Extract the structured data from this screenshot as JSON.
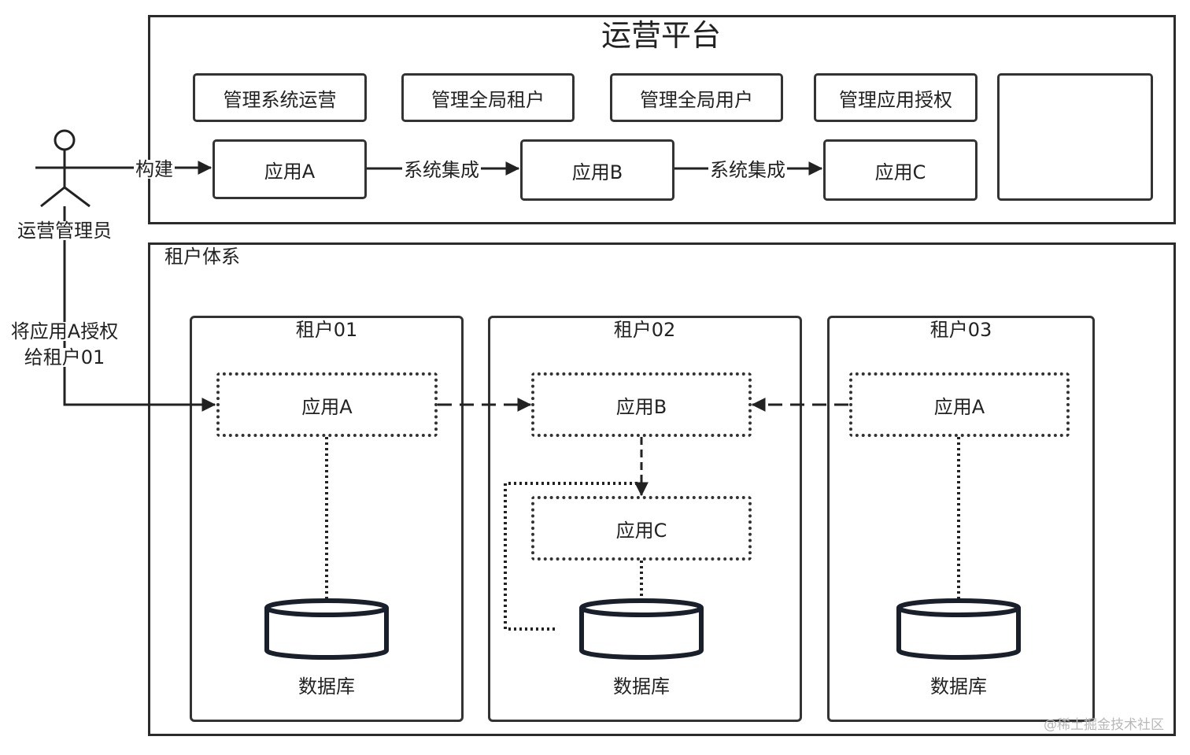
{
  "platform": {
    "title": "运营平台",
    "functions": [
      "管理系统运营",
      "管理全局租户",
      "管理全局用户",
      "管理应用授权"
    ],
    "apps": [
      "应用A",
      "应用B",
      "应用C"
    ],
    "build_label": "构建",
    "integration_label": "系统集成"
  },
  "actor": {
    "name": "运营管理员",
    "grant_label_line1": "将应用A授权",
    "grant_label_line2": "给租户01"
  },
  "tenant_system": {
    "title": "租户体系",
    "tenants": [
      {
        "name": "租户01",
        "apps": [
          "应用A"
        ],
        "db": "数据库"
      },
      {
        "name": "租户02",
        "apps": [
          "应用B",
          "应用C"
        ],
        "db": "数据库"
      },
      {
        "name": "租户03",
        "apps": [
          "应用A"
        ],
        "db": "数据库"
      }
    ]
  },
  "watermark": "@稀土掘金技术社区"
}
